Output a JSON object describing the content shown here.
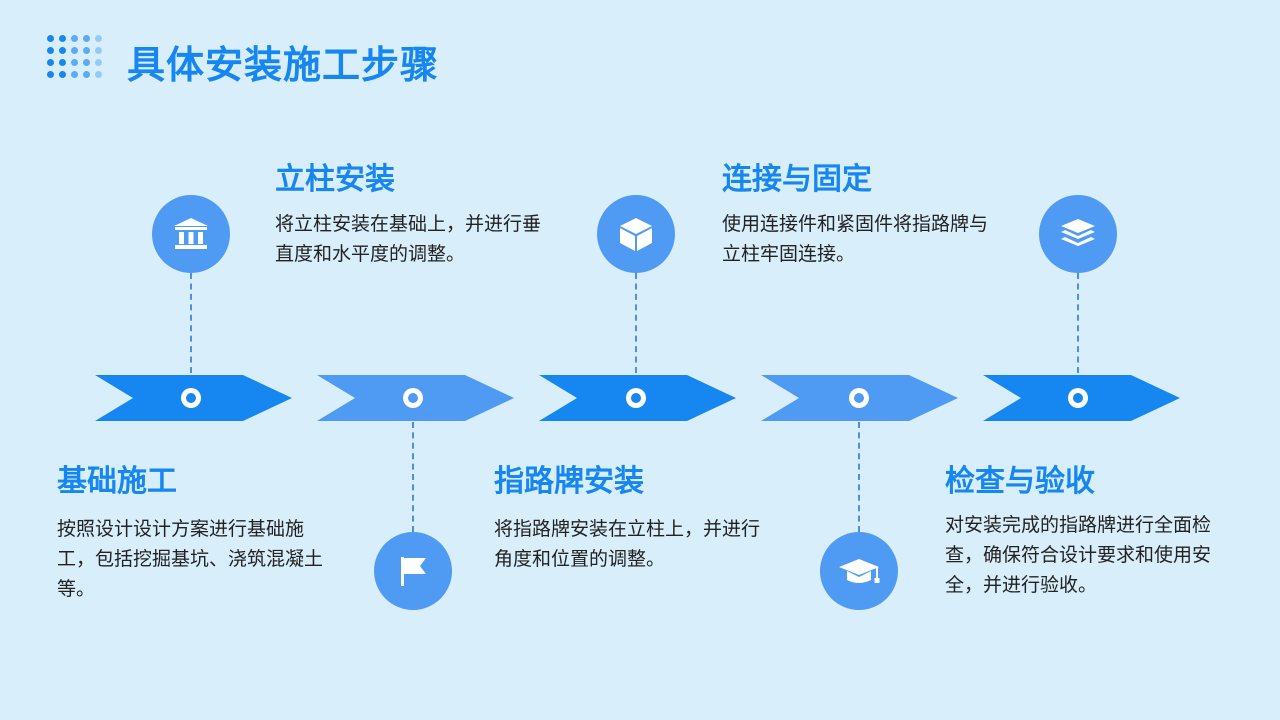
{
  "header": {
    "title": "具体安装施工步骤"
  },
  "colors": {
    "primary": "#1686f0",
    "light": "#4f9af3",
    "background": "#d9eefb"
  },
  "steps": [
    {
      "title": "基础施工",
      "description": "按照设计设计方案进行基础施工，包括挖掘基坑、浇筑混凝土等。",
      "icon": "flag-icon"
    },
    {
      "title": "立柱安装",
      "description": "将立柱安装在基础上，并进行垂直度和水平度的调整。",
      "icon": "bank-icon"
    },
    {
      "title": "指路牌安装",
      "description": "将指路牌安装在立柱上，并进行角度和位置的调整。",
      "icon": "cube-icon"
    },
    {
      "title": "连接与固定",
      "description": "使用连接件和紧固件将指路牌与立柱牢固连接。",
      "icon": "graduation-cap-icon"
    },
    {
      "title": "检查与验收",
      "description": "对安装完成的指路牌进行全面检查，确保符合设计要求和使用安全，并进行验收。",
      "icon": "layers-icon"
    }
  ]
}
